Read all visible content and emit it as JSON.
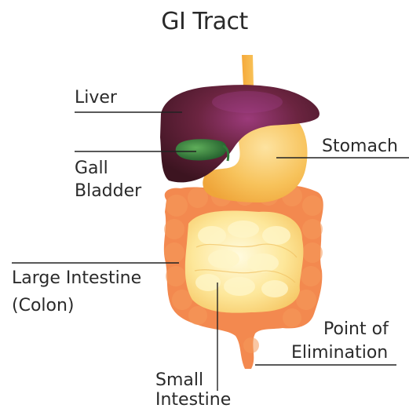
{
  "title": "GI Tract",
  "labels": {
    "liver": "Liver",
    "gall_bladder_line1": "Gall",
    "gall_bladder_line2": "Bladder",
    "stomach": "Stomach",
    "large_intestine_line1": "Large Intestine",
    "large_intestine_line2": "(Colon)",
    "point_line1": "Point of",
    "point_line2": "Elimination",
    "small_intestine_line1": "Small",
    "small_intestine_line2": "Intestine"
  },
  "colors": {
    "liver": "#5a1e2e",
    "liver_highlight": "#8e2f6a",
    "gall_bladder": "#2f7a3a",
    "stomach": "#f6c25a",
    "esophagus": "#f7b544",
    "colon": "#f07a3a",
    "small_intestine": "#fde99a",
    "line": "#222222"
  }
}
